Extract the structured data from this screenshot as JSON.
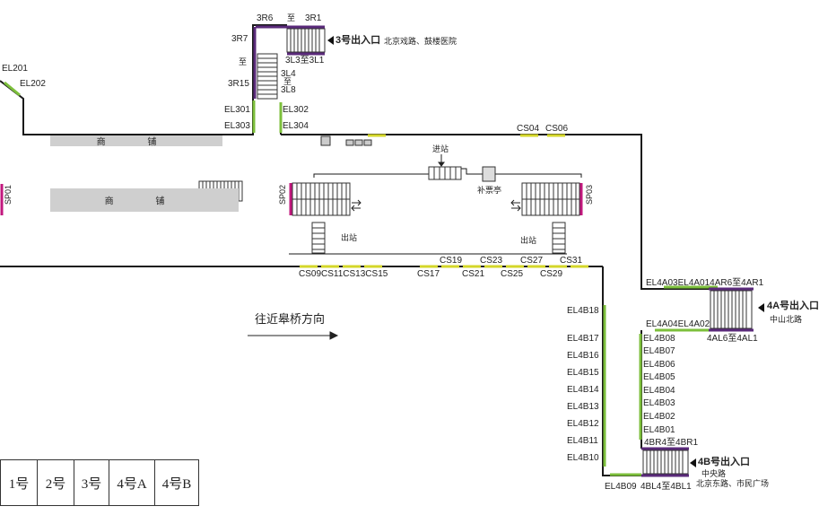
{
  "labels": {
    "el201": "EL201",
    "el202": "EL202",
    "r6": "3R6",
    "r1": "3R1",
    "zhi_top": "至",
    "r7": "3R7",
    "zhi_left": "至",
    "r15": "3R15",
    "l3": "3L3至3L1",
    "l4": "3L4",
    "zhi_mid": "至",
    "l8": "3L8",
    "el301": "EL301",
    "el303": "EL303",
    "el302": "EL302",
    "el304": "EL304",
    "cs04": "CS04",
    "cs06": "CS06",
    "jinzhan": "进站",
    "bupiaoting": "补票亭",
    "chuzhan_l": "出站",
    "chuzhan_r": "出站",
    "sp01": "SP01",
    "sp02": "SP02",
    "sp03": "SP03",
    "cs19": "CS19",
    "cs23": "CS23",
    "cs27": "CS27",
    "cs31": "CS31",
    "cs09": "CS09CS11CS13CS15",
    "cs17": "CS17",
    "cs21": "CS21",
    "cs25": "CS25",
    "cs29": "CS29",
    "direction": "往近皋桥方向",
    "el4a_top": "EL4A03EL4A014AR6至4AR1",
    "el4a_mid": "EL4A04EL4A02",
    "al6": "4AL6至4AL1",
    "exit4a_title": "4A号出入口",
    "exit4a_sub": "中山北路",
    "exit3_title": "3号出入口",
    "exit3_sub": "北京戏路、鼓楼医院",
    "exit4b_title": "4B号出入口",
    "exit4b_sub1": "中央路",
    "exit4b_sub2": "北京东路、市民广场",
    "br4": "4BR4至4BR1",
    "el4b09": "EL4B09",
    "bl4": "4BL4至4BL1"
  },
  "shops": [
    {
      "label": "商 铺"
    },
    {
      "label": "商 铺"
    }
  ],
  "left_column": [
    "EL4B18",
    "EL4B17",
    "EL4B16",
    "EL4B15",
    "EL4B14",
    "EL4B13",
    "EL4B12",
    "EL4B11",
    "EL4B10"
  ],
  "right_column": [
    "EL4B08",
    "EL4B07",
    "EL4B06",
    "EL4B05",
    "EL4B04",
    "EL4B03",
    "EL4B02",
    "EL4B01"
  ],
  "exit_table": [
    "1号",
    "2号",
    "3号",
    "4号A",
    "4号B"
  ],
  "colors": {
    "wall": "#1a1a1a",
    "green": "#7cbf3b",
    "yellow": "#d4d72a",
    "magenta": "#c2187e",
    "purple": "#5a2a7a",
    "shop": "#cfcfcf"
  }
}
